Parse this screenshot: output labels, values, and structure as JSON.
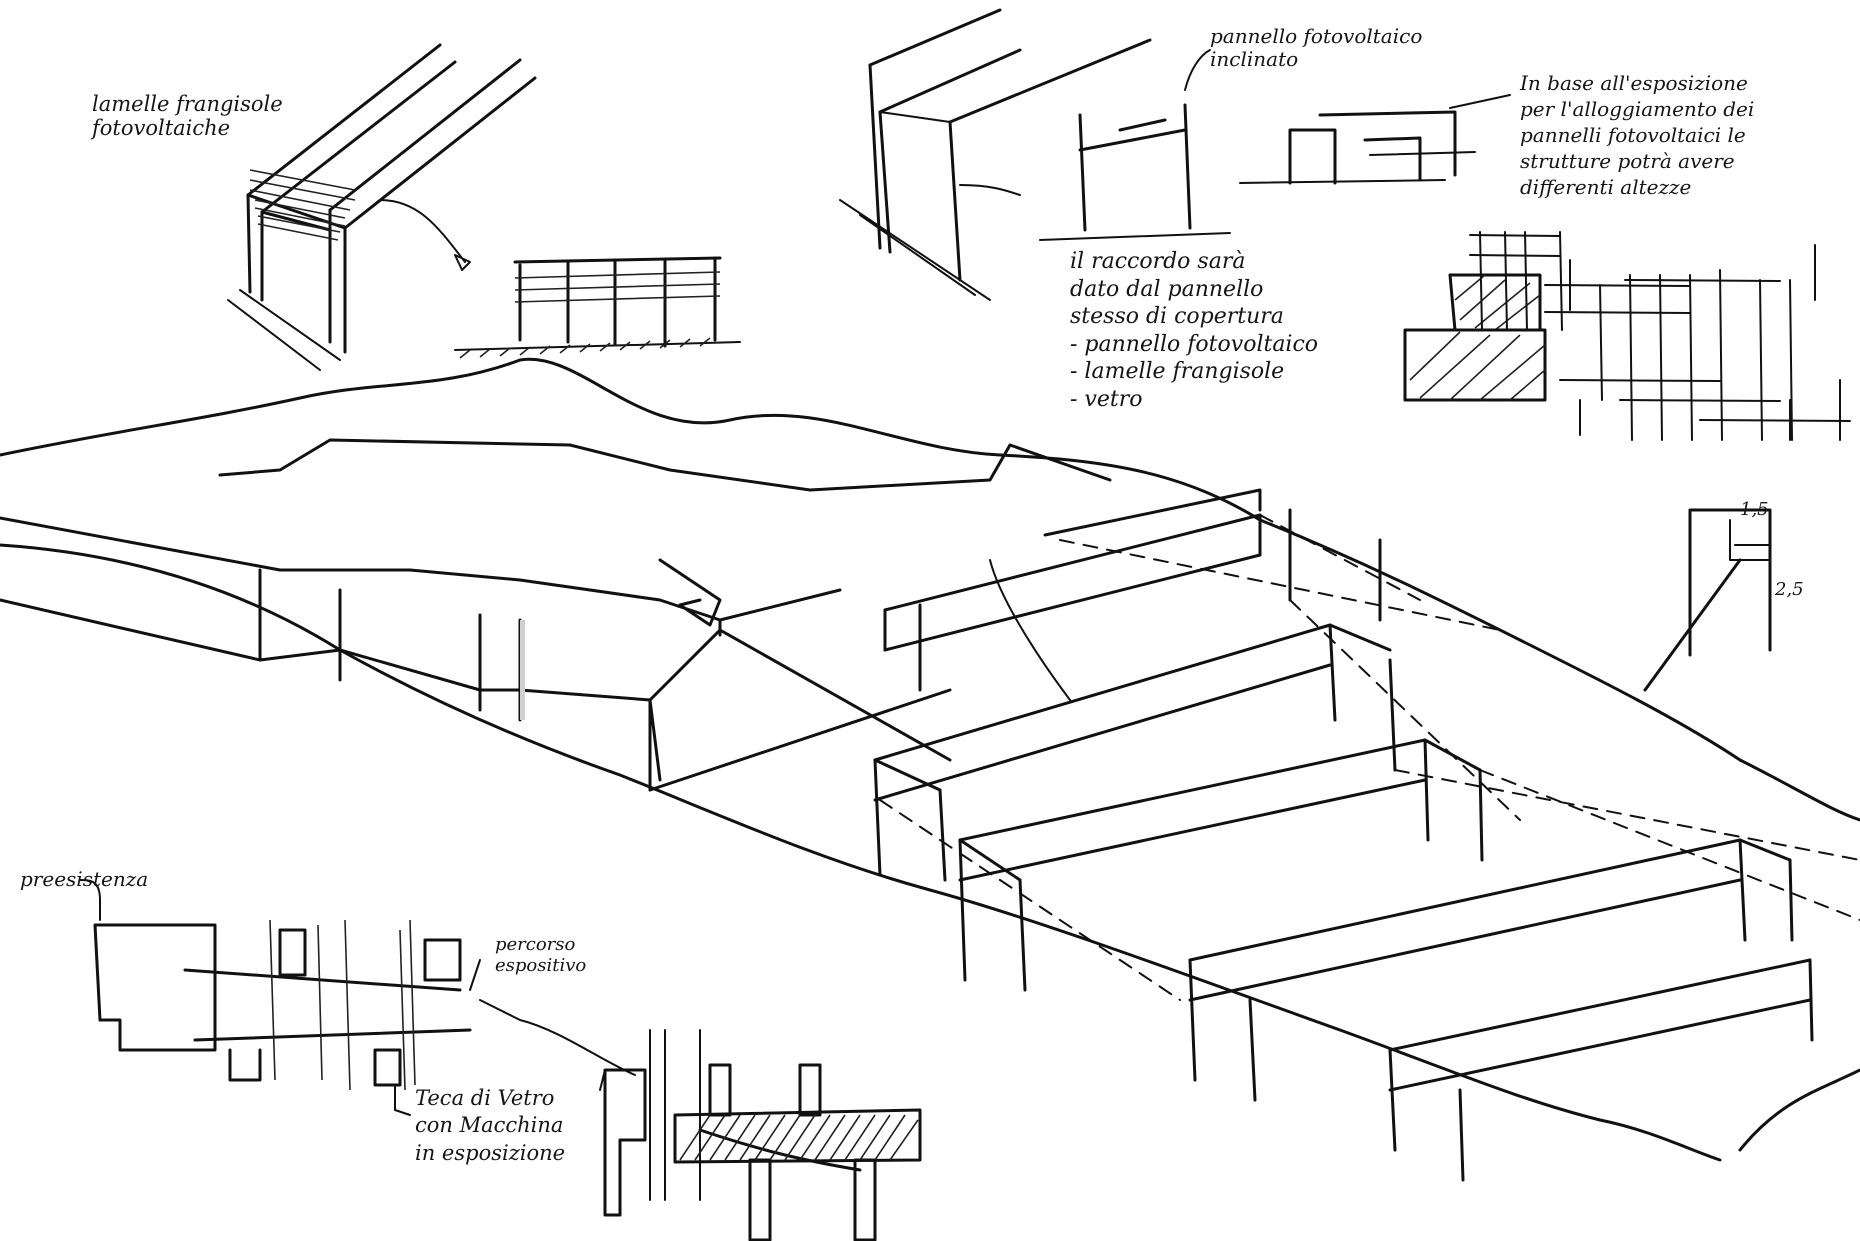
{
  "labels": {
    "lamelle_frangisole_fotovoltaiche": [
      "lamelle frangisole",
      "fotovoltaiche"
    ],
    "pannello_fotovoltaico_inclinato": [
      "pannello fotovoltaico",
      "inclinato"
    ],
    "esposizione_note": [
      "In base all'esposizione",
      "per l'alloggiamento dei",
      "pannelli fotovoltaici le",
      "strutture potrà avere",
      "differenti altezze"
    ],
    "raccordo_note": [
      "il raccordo sarà",
      "dato dal pannello",
      "stesso di copertura",
      "- pannello fotovoltaico",
      "- lamelle frangisole",
      "- vetro"
    ],
    "dimension_width": "1,5",
    "dimension_height": "2,5",
    "preesistenza": "preesistenza",
    "percorso_espositivo": [
      "percorso",
      "espositivo"
    ],
    "teche_note": [
      "Teca di Vetro",
      "con Macchina",
      "in esposizione"
    ]
  },
  "colors": {
    "ink": "#111111",
    "highlight": "#e0337f",
    "shade": "#cfcfcf"
  }
}
